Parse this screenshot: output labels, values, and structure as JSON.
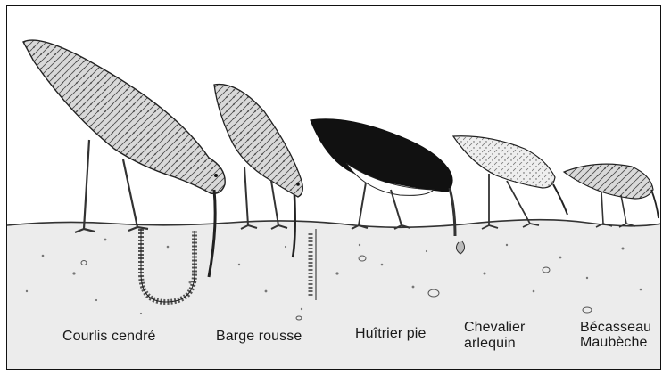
{
  "birds": [
    {
      "id": "courlis",
      "name": "Courlis cendré"
    },
    {
      "id": "barge",
      "name": "Barge rousse"
    },
    {
      "id": "huitrier",
      "name": "Huîtrier pie"
    },
    {
      "id": "chevalier",
      "name_line1": "Chevalier",
      "name_line2": "arlequin"
    },
    {
      "id": "becasseau",
      "name_line1": "Bécasseau",
      "name_line2": "Maubèche"
    }
  ],
  "colors": {
    "ink": "#1a1a1a",
    "mud": "#ececec",
    "plumage": "#8a8a8a",
    "dark_plumage": "#111111"
  }
}
